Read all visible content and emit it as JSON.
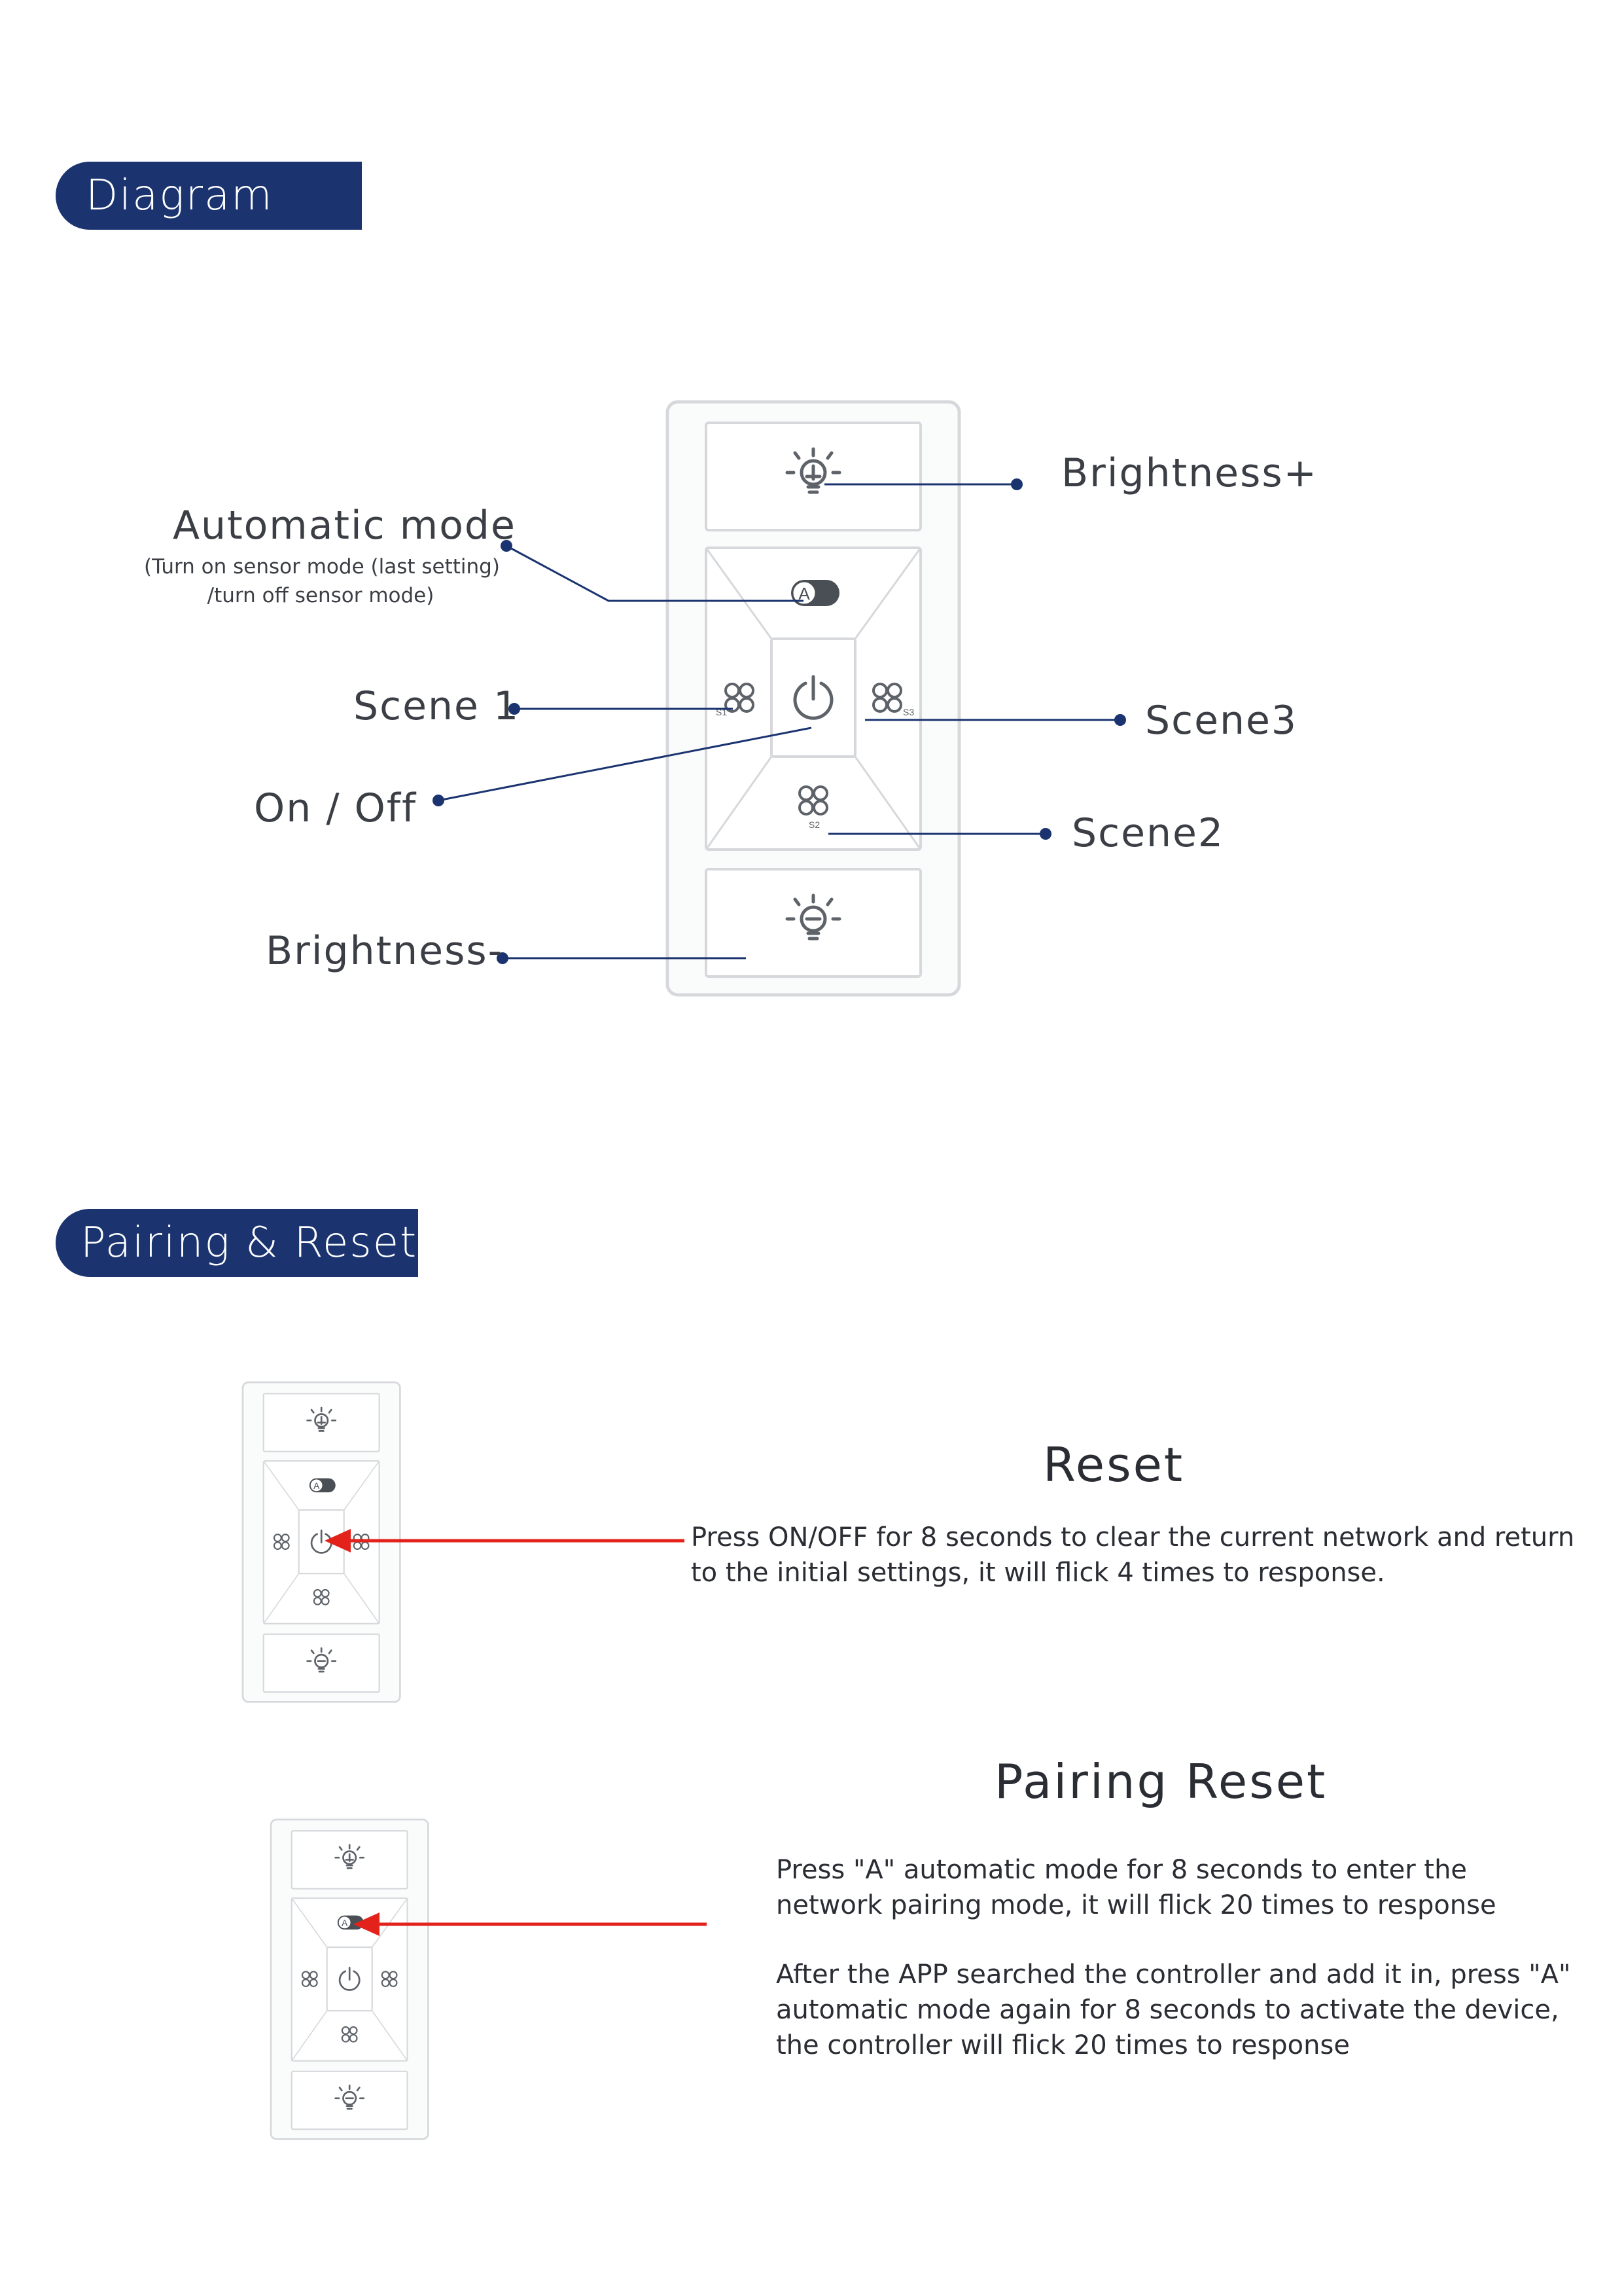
{
  "sections": {
    "diagram_title": "Diagram",
    "pairing_title": "Pairing & Reset"
  },
  "callouts": {
    "brightness_plus": "Brightness+",
    "automatic_mode": "Automatic mode",
    "automatic_mode_note_line1": "(Turn on sensor mode (last setting)",
    "automatic_mode_note_line2": "/turn off sensor mode)",
    "scene1": "Scene 1",
    "scene3": "Scene3",
    "on_off": "On / Off",
    "scene2": "Scene2",
    "brightness_minus": "Brightness-"
  },
  "remote_marks": {
    "auto_key": "A",
    "s1": "S1",
    "s2": "S2",
    "s3": "S3"
  },
  "reset": {
    "heading": "Reset",
    "line1": "Press ON/OFF for 8 seconds to clear the current network and return",
    "line2": "to the initial settings, it will flick 4 times to response."
  },
  "pairing_reset": {
    "heading": "Pairing Reset",
    "p1_line1": "Press \"A\" automatic mode for 8 seconds to enter the",
    "p1_line2": "network pairing mode, it will flick 20 times to response",
    "p2_line1": "After the APP searched the controller and add it in, press \"A\"",
    "p2_line2": "automatic mode again for 8 seconds to activate the device,",
    "p2_line3": "the controller will flick 20 times to response"
  },
  "colors": {
    "tab_background": "#1b3470",
    "callout_line": "#1b3470",
    "arrow": "#e3221b"
  },
  "icons": [
    "brightness-up-icon",
    "brightness-down-icon",
    "power-icon",
    "scene-icon",
    "auto-toggle-icon",
    "arrow-icon"
  ]
}
